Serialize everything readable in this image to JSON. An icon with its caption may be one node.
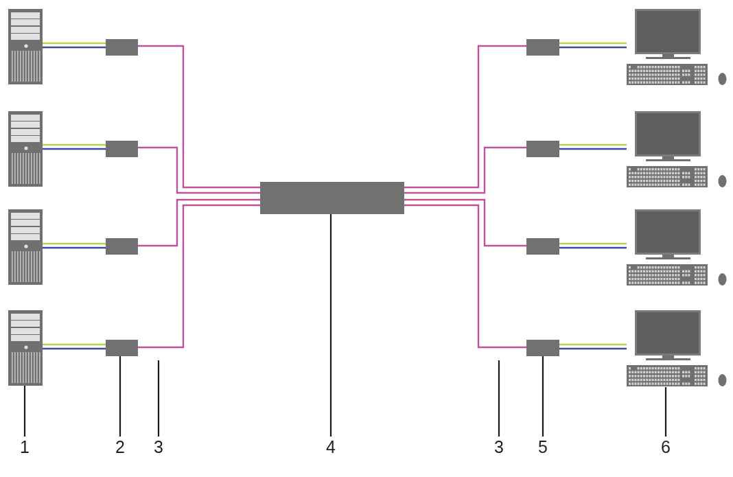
{
  "diagram": {
    "nodes": [
      {
        "text": [],
        "shape": "picture"
      },
      {
        "text": [],
        "shape": "picture"
      },
      {
        "text": [],
        "shape": "picture"
      },
      {
        "text": [],
        "shape": "picture"
      },
      {
        "text": [],
        "shape": "box"
      },
      {
        "text": [],
        "shape": "box"
      },
      {
        "text": [],
        "shape": "box"
      },
      {
        "text": [],
        "shape": "box"
      },
      {
        "text": [],
        "shape": "box"
      },
      {
        "text": [],
        "shape": "box"
      },
      {
        "text": [],
        "shape": "box"
      },
      {
        "text": [],
        "shape": "box"
      },
      {
        "text": [],
        "shape": "box"
      },
      {
        "text": [],
        "shape": "picture"
      },
      {
        "text": [],
        "shape": "picture"
      },
      {
        "text": [],
        "shape": "picture"
      },
      {
        "text": [],
        "shape": "picture"
      },
      {
        "text": [
          "1"
        ]
      },
      {
        "text": [
          "2"
        ]
      },
      {
        "text": [
          "3"
        ]
      },
      {
        "text": [
          "4"
        ]
      },
      {
        "text": [
          "3"
        ]
      },
      {
        "text": [
          "5"
        ]
      },
      {
        "text": [
          "6"
        ]
      }
    ],
    "edges": [
      {
        "from": 0,
        "to": 4,
        "arrow": "none",
        "color": "#b4d44a"
      },
      {
        "from": 0,
        "to": 4,
        "arrow": "none",
        "color": "#3b4c9b"
      },
      {
        "from": 4,
        "to": 8,
        "arrow": "none",
        "color": "#c0509b"
      },
      {
        "from": 1,
        "to": 5,
        "arrow": "none",
        "color": "#b4d44a"
      },
      {
        "from": 1,
        "to": 5,
        "arrow": "none",
        "color": "#3b4c9b"
      },
      {
        "from": 5,
        "to": 8,
        "arrow": "none",
        "color": "#c0509b"
      },
      {
        "from": 2,
        "to": 6,
        "arrow": "none",
        "color": "#b4d44a"
      },
      {
        "from": 2,
        "to": 6,
        "arrow": "none",
        "color": "#3b4c9b"
      },
      {
        "from": 6,
        "to": 8,
        "arrow": "none",
        "color": "#c0509b"
      },
      {
        "from": 3,
        "to": 7,
        "arrow": "none",
        "color": "#b4d44a"
      },
      {
        "from": 3,
        "to": 7,
        "arrow": "none",
        "color": "#3b4c9b"
      },
      {
        "from": 7,
        "to": 8,
        "arrow": "none",
        "color": "#c0509b"
      },
      {
        "from": 8,
        "to": 9,
        "arrow": "none",
        "color": "#c0509b"
      },
      {
        "from": 9,
        "to": 13,
        "arrow": "none",
        "color": "#b4d44a"
      },
      {
        "from": 9,
        "to": 13,
        "arrow": "none",
        "color": "#3b4c9b"
      },
      {
        "from": 8,
        "to": 10,
        "arrow": "none",
        "color": "#c0509b"
      },
      {
        "from": 10,
        "to": 14,
        "arrow": "none",
        "color": "#b4d44a"
      },
      {
        "from": 10,
        "to": 14,
        "arrow": "none",
        "color": "#3b4c9b"
      },
      {
        "from": 8,
        "to": 11,
        "arrow": "none",
        "color": "#c0509b"
      },
      {
        "from": 11,
        "to": 15,
        "arrow": "none",
        "color": "#b4d44a"
      },
      {
        "from": 11,
        "to": 15,
        "arrow": "none",
        "color": "#3b4c9b"
      },
      {
        "from": 8,
        "to": 12,
        "arrow": "none",
        "color": "#c0509b"
      },
      {
        "from": 12,
        "to": 16,
        "arrow": "none",
        "color": "#b4d44a"
      },
      {
        "from": 12,
        "to": 16,
        "arrow": "none",
        "color": "#3b4c9b"
      },
      {
        "from": 17,
        "to": 3,
        "arrow": "none",
        "color": "#1a1a1a"
      },
      {
        "from": 18,
        "to": 7,
        "arrow": "none",
        "color": "#1a1a1a"
      },
      {
        "from": 19,
        "to": null,
        "arrow": "none",
        "color": "#1a1a1a"
      },
      {
        "from": 20,
        "to": 8,
        "arrow": "none",
        "color": "#1a1a1a"
      },
      {
        "from": 21,
        "to": null,
        "arrow": "none",
        "color": "#1a1a1a"
      },
      {
        "from": 22,
        "to": 12,
        "arrow": "none",
        "color": "#1a1a1a"
      },
      {
        "from": 23,
        "to": 16,
        "arrow": "none",
        "color": "#1a1a1a"
      }
    ]
  }
}
